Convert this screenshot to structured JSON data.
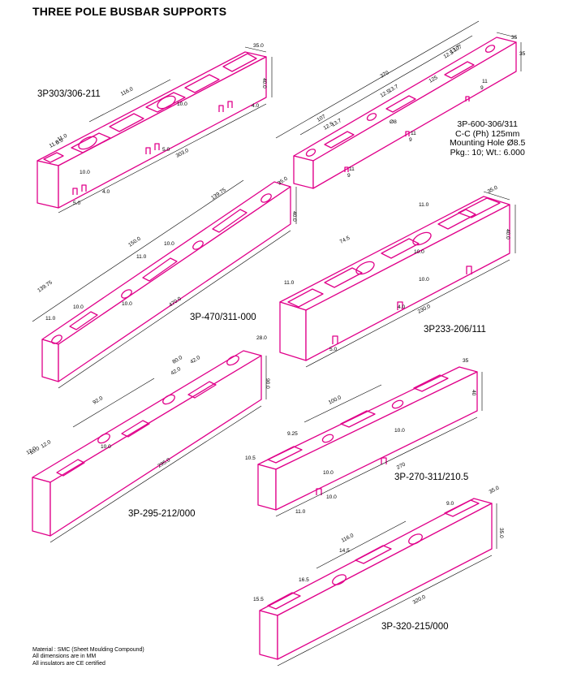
{
  "title": "THREE POLE BUSBAR SUPPORTS",
  "colors": {
    "drawing": "#e0008a",
    "dimension": "#000000"
  },
  "products": [
    {
      "code": "3P303/306-211",
      "dims": [
        "35.0",
        "40.0",
        "116.0",
        "10.0",
        "4.0",
        "303.0",
        "5.0",
        "10.0",
        "4.0",
        "5.0",
        "11.0",
        "5.5",
        "11.0"
      ]
    },
    {
      "code": "3P-600-306/311",
      "dims": [
        "107",
        "35",
        "35",
        "370",
        "125",
        "107",
        "12.5",
        "13.7",
        "12.5",
        "13.7",
        "12.5",
        "13.7",
        "Ø8",
        "11",
        "9",
        "11",
        "9",
        "11",
        "9"
      ]
    },
    {
      "code": "3P-470/311-000",
      "dims": [
        "35.0",
        "40.0",
        "139.75",
        "150.0",
        "10.0",
        "11.0",
        "139.75",
        "10.0",
        "10.0",
        "11.0",
        "470.0"
      ]
    },
    {
      "code": "3P233-206/111",
      "dims": [
        "11.0",
        "35.0",
        "40.0",
        "74.5",
        "10.0",
        "11.0",
        "10.0",
        "4.0",
        "230.0",
        "5.0"
      ]
    },
    {
      "code": "3P-295-212/000",
      "dims": [
        "28.0",
        "90.0",
        "80.0",
        "42.0",
        "42.0",
        "92.0",
        "12.0",
        "10.0",
        "12.0",
        "10.0",
        "295.0"
      ]
    },
    {
      "code": "3P-270-311/210.5",
      "dims": [
        "35",
        "40",
        "100.0",
        "9.25",
        "10.0",
        "10.5",
        "10.0",
        "270",
        "10.0",
        "11.0"
      ]
    },
    {
      "code": "3P-320-215/000",
      "dims": [
        "35.0",
        "9.0",
        "35.0",
        "116.0",
        "14.5",
        "16.5",
        "15.5",
        "320.0"
      ]
    }
  ],
  "spec600": {
    "cc": "C-C (Ph) 125mm",
    "hole": "Mounting Hole Ø8.5",
    "pkg": "Pkg.: 10; Wt.: 6.000"
  },
  "notes": [
    "Material : SMC (Sheet Moulding Compound)",
    "All dimensions are in MM",
    "All insulators are CE certified"
  ]
}
